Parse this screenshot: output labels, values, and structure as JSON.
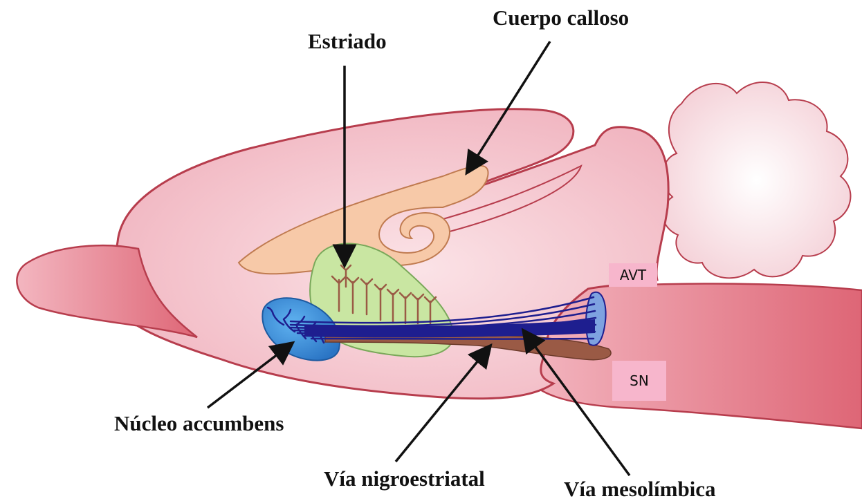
{
  "labels": {
    "cuerpo_calloso": "Cuerpo calloso",
    "estriado": "Estriado",
    "nucleo_accumbens": "Núcleo accumbens",
    "via_nigroestriatal": "Vía nigroestriatal",
    "via_mesolimbica": "Vía mesolímbica",
    "avt": "AVT",
    "sn": "SN"
  },
  "colors": {
    "brain_fill": "#f4c4cc",
    "brain_stroke": "#b73d4d",
    "brainstem_fill": "#e07b88",
    "corpus_callosum": "#f7c9a8",
    "striatum": "#c9e6a2",
    "nucleus_accumbens": "#3a8fd8",
    "mesolimbic_pathway": "#1e1e8f",
    "nigrostriatal_pathway": "#9a5a45",
    "label_boxes": "#f7b6cc"
  }
}
